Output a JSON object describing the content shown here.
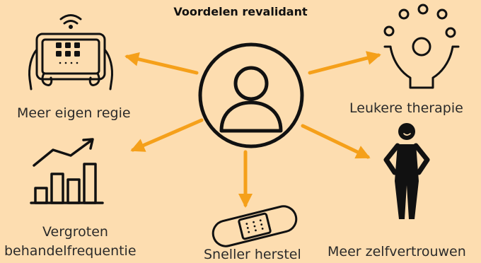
{
  "title": "Voordelen revalidant",
  "center": {
    "icon": "user-avatar-icon"
  },
  "benefits": [
    {
      "label": "Meer eigen regie",
      "icon": "tablet-hands-icon"
    },
    {
      "label": "Leukere therapie",
      "icon": "juggling-person-icon"
    },
    {
      "label_line1": "Vergroten",
      "label_line2": "behandelfrequentie",
      "icon": "growth-bar-chart-icon"
    },
    {
      "label": "Sneller herstel",
      "icon": "bandage-icon"
    },
    {
      "label": "Meer zelfvertrouwen",
      "icon": "confident-person-icon"
    }
  ],
  "colors": {
    "background": "#fdddb0",
    "arrow": "#f5a01a",
    "icon": "#111111",
    "text": "#2a2a2a"
  }
}
